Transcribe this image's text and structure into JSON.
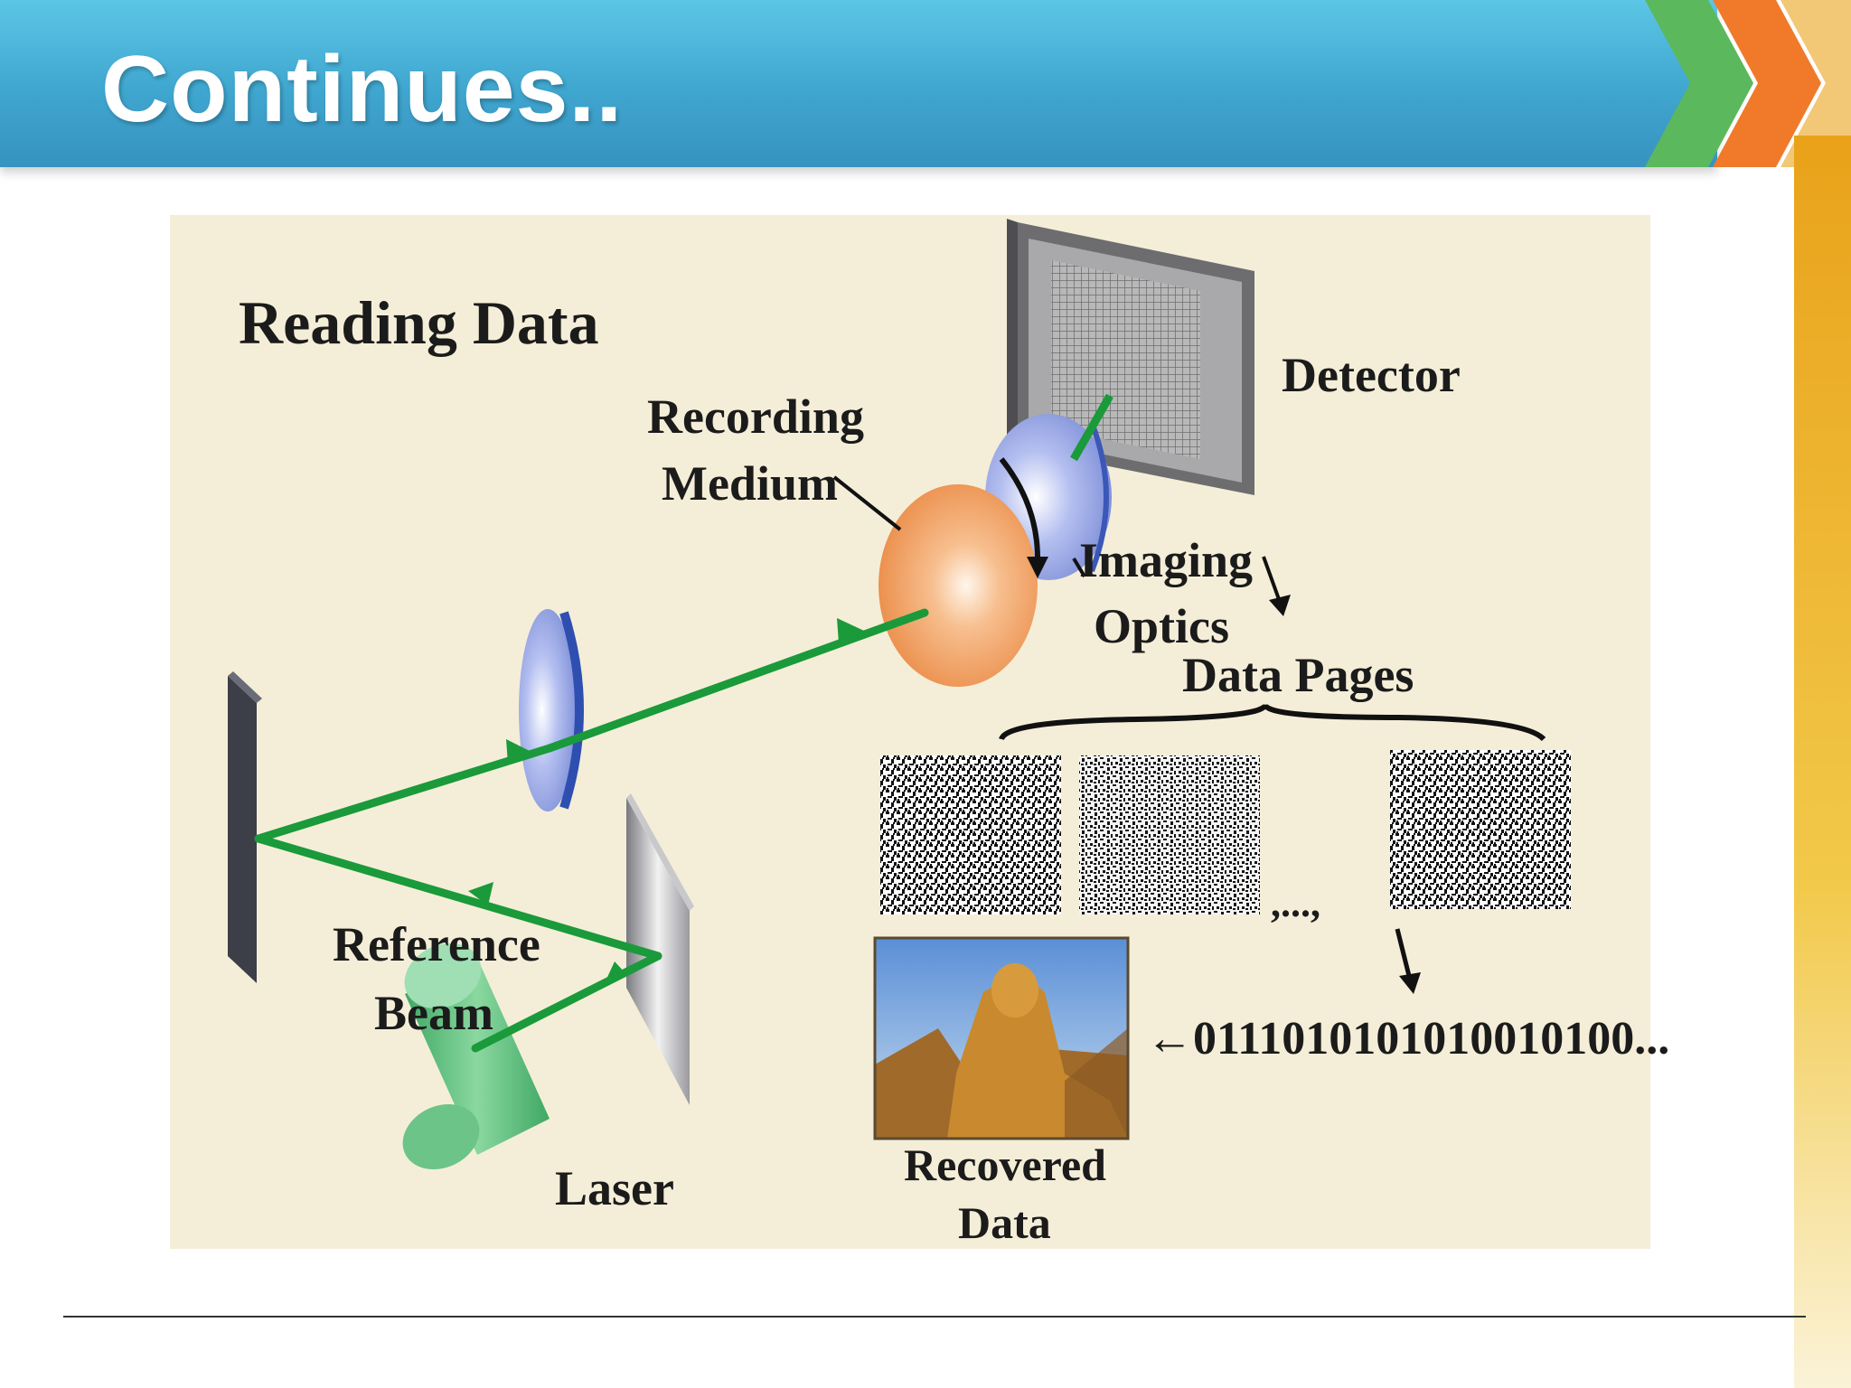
{
  "slide": {
    "title": "Continues.."
  },
  "diagram": {
    "heading": "Reading Data",
    "labels": {
      "recording_medium_1": "Recording",
      "recording_medium_2": "Medium",
      "detector": "Detector",
      "imaging_optics_1": "Imaging",
      "imaging_optics_2": "Optics",
      "data_pages": "Data Pages",
      "ellipsis": ",...,",
      "bitstream": "←0111010101010010100...",
      "reference_beam_1": "Reference",
      "reference_beam_2": "Beam",
      "laser": "Laser",
      "recovered_data_1": "Recovered",
      "recovered_data_2": "Data"
    }
  },
  "colors": {
    "title_bar": "#3fa6cf",
    "beam": "#1a9a3a",
    "figure_bg": "#f4eed8",
    "medium": "#f0a060",
    "lens": "#8f9fe0",
    "accent_orange": "#e9a21a"
  }
}
